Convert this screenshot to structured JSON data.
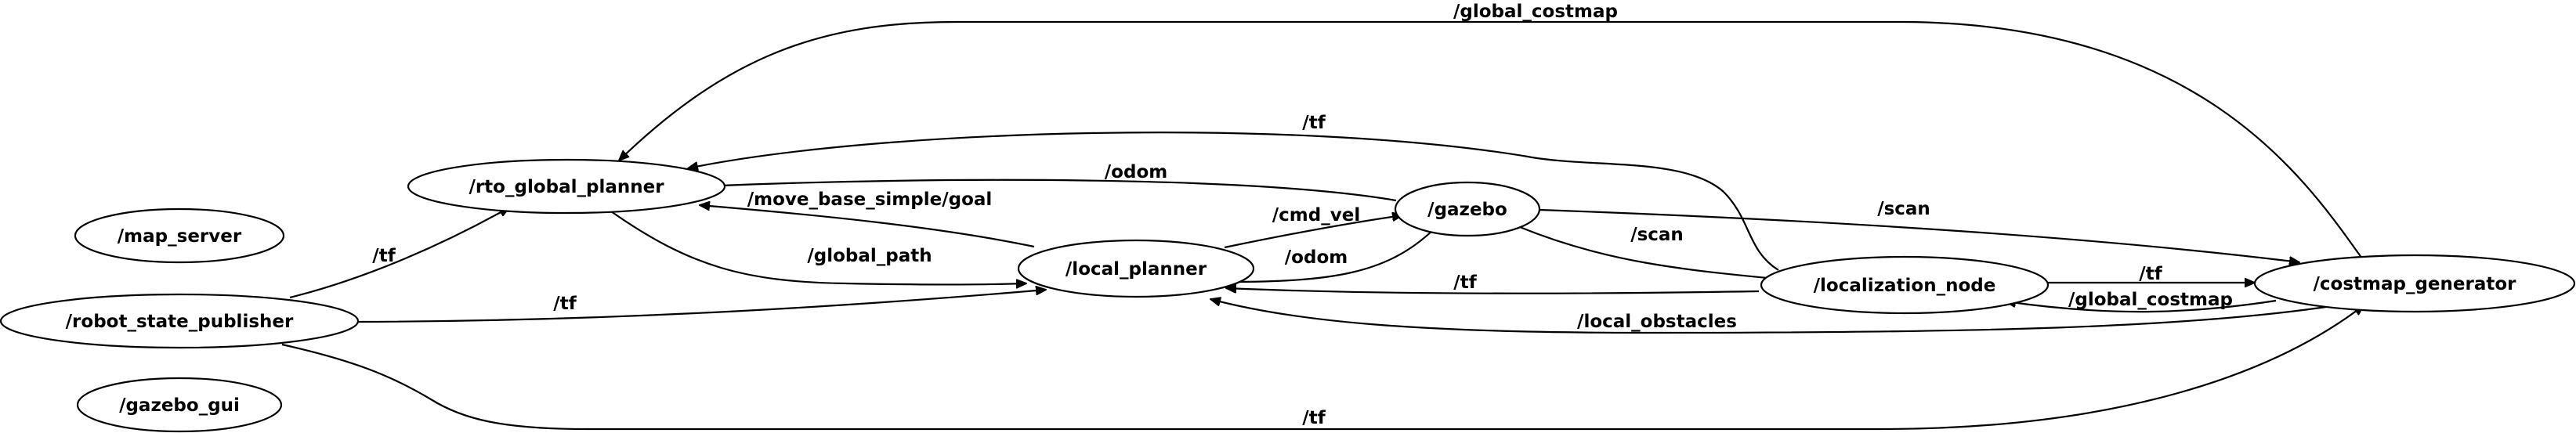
{
  "graph": {
    "nodes": {
      "rto_global_planner": "/rto_global_planner",
      "map_server": "/map_server",
      "robot_state_publisher": "/robot_state_publisher",
      "gazebo_gui": "/gazebo_gui",
      "local_planner": "/local_planner",
      "gazebo": "/gazebo",
      "localization_node": "/localization_node",
      "costmap_generator": "/costmap_generator"
    },
    "edges": {
      "global_costmap_top": "/global_costmap",
      "tf_top": "/tf",
      "odom_to_planner": "/odom",
      "move_base_simple_goal": "/move_base_simple/goal",
      "cmd_vel": "/cmd_vel",
      "global_path": "/global_path",
      "odom_to_local": "/odom",
      "tf_rsp_planner": "/tf",
      "tf_rsp_local": "/tf",
      "scan_to_costmap": "/scan",
      "scan_to_localization": "/scan",
      "tf_localization_local": "/tf",
      "tf_localization_costmap": "/tf",
      "global_costmap_bottom": "/global_costmap",
      "local_obstacles": "/local_obstacles",
      "tf_bottom": "/tf"
    }
  }
}
